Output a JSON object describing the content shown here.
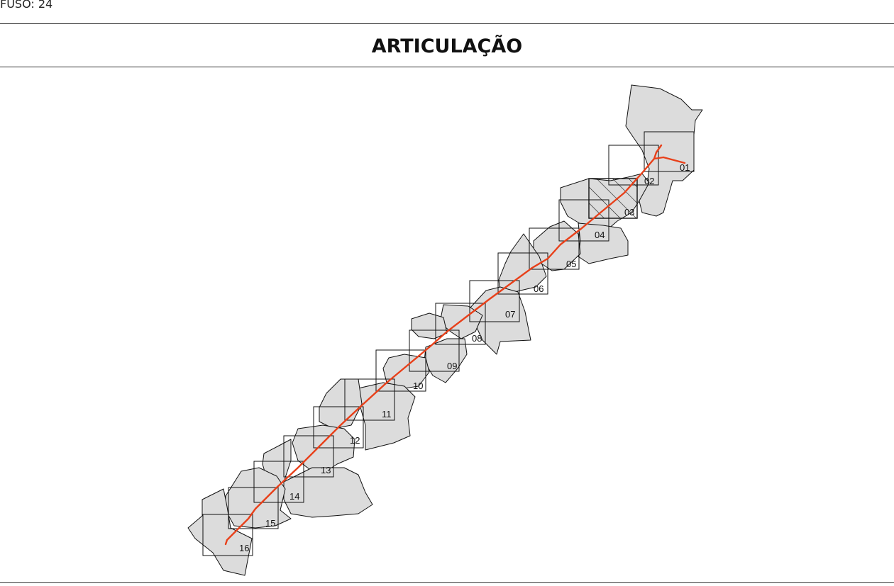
{
  "header": {
    "fuso_label": "FUSO: 24",
    "title": "ARTICULAÇÃO"
  },
  "map": {
    "highlighted_sheet": "03",
    "colors": {
      "municipality_fill": "#dcdcdc",
      "outline": "#111111",
      "route": "#e8401a"
    },
    "sheets": [
      {
        "label": "01"
      },
      {
        "label": "02"
      },
      {
        "label": "03"
      },
      {
        "label": "04"
      },
      {
        "label": "05"
      },
      {
        "label": "06"
      },
      {
        "label": "07"
      },
      {
        "label": "08"
      },
      {
        "label": "09"
      },
      {
        "label": "10"
      },
      {
        "label": "11"
      },
      {
        "label": "12"
      },
      {
        "label": "13"
      },
      {
        "label": "14"
      },
      {
        "label": "15"
      },
      {
        "label": "16"
      }
    ]
  }
}
